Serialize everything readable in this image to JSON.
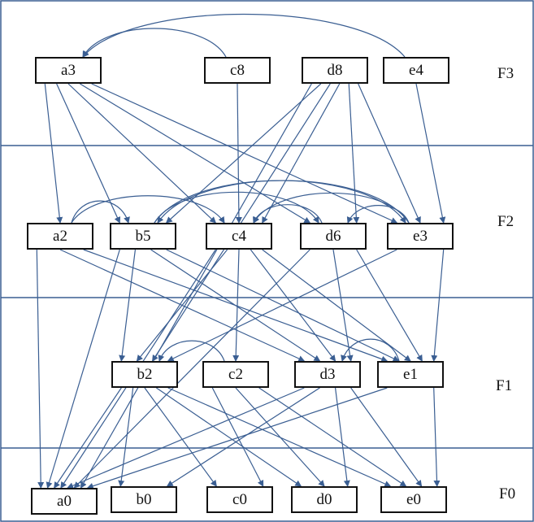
{
  "colors": {
    "edge": "#3a5e92",
    "frame": "#3a5e92",
    "node_border": "#111111",
    "text": "#111111"
  },
  "layers": [
    {
      "id": "F3",
      "label": "F3"
    },
    {
      "id": "F2",
      "label": "F2"
    },
    {
      "id": "F1",
      "label": "F1"
    },
    {
      "id": "F0",
      "label": "F0"
    }
  ],
  "nodes": [
    {
      "id": "a3",
      "label": "a3",
      "layer": "F3"
    },
    {
      "id": "c8",
      "label": "c8",
      "layer": "F3"
    },
    {
      "id": "d8",
      "label": "d8",
      "layer": "F3"
    },
    {
      "id": "e4",
      "label": "e4",
      "layer": "F3"
    },
    {
      "id": "a2",
      "label": "a2",
      "layer": "F2"
    },
    {
      "id": "b5",
      "label": "b5",
      "layer": "F2"
    },
    {
      "id": "c4",
      "label": "c4",
      "layer": "F2"
    },
    {
      "id": "d6",
      "label": "d6",
      "layer": "F2"
    },
    {
      "id": "e3",
      "label": "e3",
      "layer": "F2"
    },
    {
      "id": "b2",
      "label": "b2",
      "layer": "F1"
    },
    {
      "id": "c2",
      "label": "c2",
      "layer": "F1"
    },
    {
      "id": "d3",
      "label": "d3",
      "layer": "F1"
    },
    {
      "id": "e1",
      "label": "e1",
      "layer": "F1"
    },
    {
      "id": "a0",
      "label": "a0",
      "layer": "F0"
    },
    {
      "id": "b0",
      "label": "b0",
      "layer": "F0"
    },
    {
      "id": "c0",
      "label": "c0",
      "layer": "F0"
    },
    {
      "id": "d0",
      "label": "d0",
      "layer": "F0"
    },
    {
      "id": "e0",
      "label": "e0",
      "layer": "F0"
    }
  ],
  "edges": [
    {
      "from": "a3",
      "to": "a2"
    },
    {
      "from": "a3",
      "to": "b5"
    },
    {
      "from": "a3",
      "to": "c4"
    },
    {
      "from": "a3",
      "to": "d6"
    },
    {
      "from": "a3",
      "to": "e3"
    },
    {
      "from": "c8",
      "to": "c4"
    },
    {
      "from": "d8",
      "to": "b5"
    },
    {
      "from": "d8",
      "to": "c4"
    },
    {
      "from": "d8",
      "to": "d6"
    },
    {
      "from": "d8",
      "to": "e3"
    },
    {
      "from": "d8",
      "to": "b2"
    },
    {
      "from": "d8",
      "to": "a0"
    },
    {
      "from": "e4",
      "to": "e3"
    },
    {
      "from": "a2",
      "to": "a0"
    },
    {
      "from": "a2",
      "to": "e1"
    },
    {
      "from": "a2",
      "to": "d3"
    },
    {
      "from": "b5",
      "to": "b2"
    },
    {
      "from": "b5",
      "to": "d3"
    },
    {
      "from": "b5",
      "to": "e1"
    },
    {
      "from": "b5",
      "to": "a0"
    },
    {
      "from": "c4",
      "to": "c2"
    },
    {
      "from": "c4",
      "to": "d3"
    },
    {
      "from": "c4",
      "to": "e1"
    },
    {
      "from": "c4",
      "to": "b2"
    },
    {
      "from": "c4",
      "to": "a0"
    },
    {
      "from": "d6",
      "to": "d3"
    },
    {
      "from": "d6",
      "to": "e1"
    },
    {
      "from": "d6",
      "to": "a0"
    },
    {
      "from": "e3",
      "to": "e1"
    },
    {
      "from": "e3",
      "to": "b2"
    },
    {
      "from": "b2",
      "to": "b0"
    },
    {
      "from": "b2",
      "to": "c0"
    },
    {
      "from": "b2",
      "to": "d0"
    },
    {
      "from": "b2",
      "to": "e0"
    },
    {
      "from": "b2",
      "to": "a0"
    },
    {
      "from": "c2",
      "to": "c0"
    },
    {
      "from": "c2",
      "to": "d0"
    },
    {
      "from": "c2",
      "to": "e0"
    },
    {
      "from": "d3",
      "to": "d0"
    },
    {
      "from": "d3",
      "to": "e0"
    },
    {
      "from": "d3",
      "to": "a0"
    },
    {
      "from": "d3",
      "to": "b0"
    },
    {
      "from": "e1",
      "to": "e0"
    },
    {
      "from": "e1",
      "to": "a0"
    }
  ],
  "curved_edges": [
    {
      "from": "e4",
      "to": "a3"
    },
    {
      "from": "c8",
      "to": "a3"
    },
    {
      "from": "a2",
      "to": "b5"
    },
    {
      "from": "a2",
      "to": "c4"
    },
    {
      "from": "b5",
      "to": "d6"
    },
    {
      "from": "b5",
      "to": "e3"
    },
    {
      "from": "d6",
      "to": "c4"
    },
    {
      "from": "e3",
      "to": "c4"
    },
    {
      "from": "e3",
      "to": "b5"
    },
    {
      "from": "e3",
      "to": "d6"
    },
    {
      "from": "c2",
      "to": "b2"
    },
    {
      "from": "e1",
      "to": "d3"
    }
  ]
}
